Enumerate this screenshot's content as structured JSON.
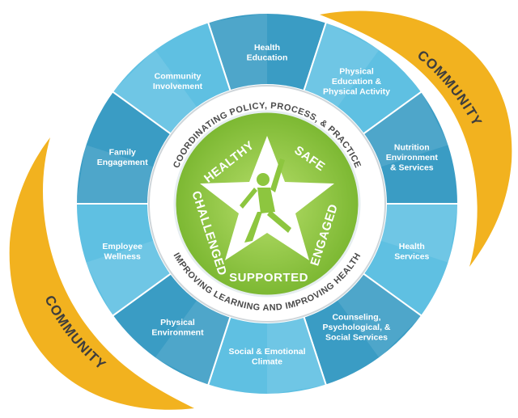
{
  "community_labels": [
    "COMMUNITY",
    "COMMUNITY"
  ],
  "band": {
    "top": "COORDINATING POLICY, PROCESS, & PRACTICE",
    "bottom": "IMPROVING LEARNING AND IMPROVING HEALTH"
  },
  "segments": [
    {
      "lines": [
        "Health",
        "Education"
      ]
    },
    {
      "lines": [
        "Physical",
        "Education &",
        "Physical Activity"
      ]
    },
    {
      "lines": [
        "Nutrition",
        "Environment",
        "& Services"
      ]
    },
    {
      "lines": [
        "Health",
        "Services"
      ]
    },
    {
      "lines": [
        "Counseling,",
        "Psychological, &",
        "Social Services"
      ]
    },
    {
      "lines": [
        "Social & Emotional",
        "Climate"
      ]
    },
    {
      "lines": [
        "Physical",
        "Environment"
      ]
    },
    {
      "lines": [
        "Employee",
        "Wellness"
      ]
    },
    {
      "lines": [
        "Family",
        "Engagement"
      ]
    },
    {
      "lines": [
        "Community",
        "Involvement"
      ]
    }
  ],
  "star_words": {
    "healthy": "HEALTHY",
    "safe": "SAFE",
    "engaged": "ENGAGED",
    "supported": "SUPPORTED",
    "challenged": "CHALLENGED"
  },
  "colors": {
    "community_band": "#f2b21f",
    "segment_dark": "#3a9cc4",
    "segment_light": "#5fc0e2",
    "inner_band": "#ffffff",
    "green": "#8dc63f",
    "green_dark": "#5f9a2a",
    "text_dark": "#4a4a4a"
  }
}
